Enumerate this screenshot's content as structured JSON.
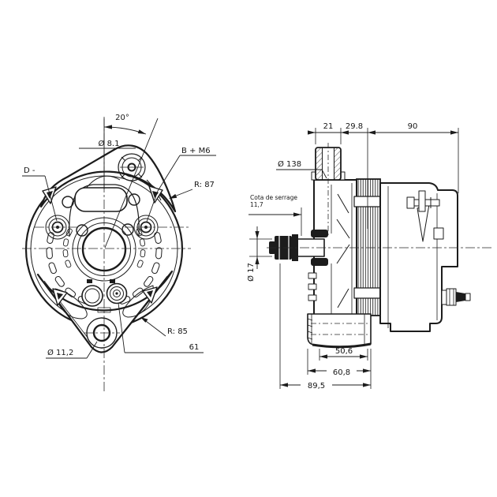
{
  "background": "#ffffff",
  "line_color": "#1c1c1c",
  "front_view": {
    "name": "alternator front elevation",
    "labels": {
      "angle": "20°",
      "top_hole_dia": "Ø 8.1",
      "terminal_b": "B + M6",
      "radius_upper": "R: 87",
      "terminal_d": "D -",
      "radius_lower": "R: 85",
      "dim_61": "61",
      "bottom_hole_dia": "Ø 11,2"
    }
  },
  "side_view": {
    "name": "alternator side section",
    "labels": {
      "dim_21": "21",
      "dim_29_8": "29.8",
      "dim_90": "90",
      "dia_138": "Ø 138",
      "clamp_note": "Cota de serrage",
      "clamp_value": "11,7",
      "shaft_dia": "Ø 17",
      "dim_50_6": "50,6",
      "dim_60_8": "60,8",
      "dim_89_5": "89,5"
    }
  }
}
